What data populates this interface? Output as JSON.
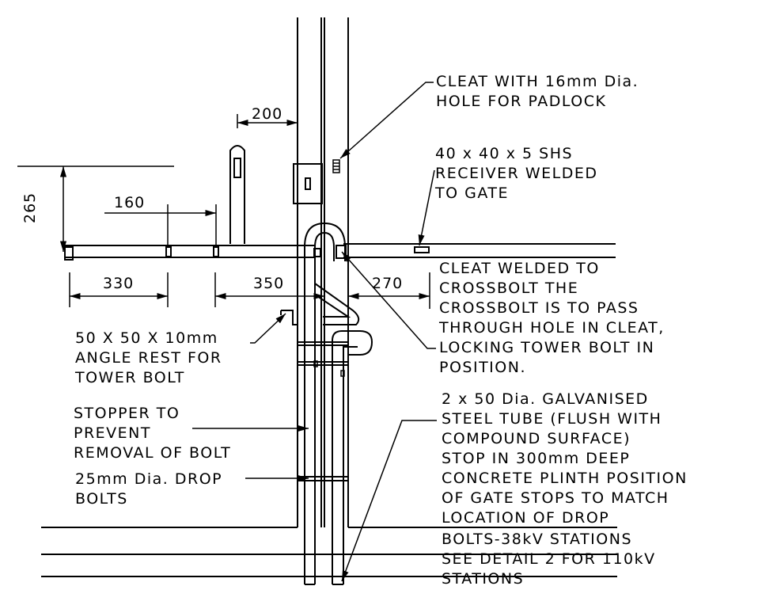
{
  "dimensions": {
    "d200": "200",
    "d265": "265",
    "d160": "160",
    "d330": "330",
    "d350": "350",
    "d270": "270"
  },
  "notes": {
    "cleat_padlock": [
      "CLEAT WITH 16mm Dia.",
      "HOLE FOR PADLOCK"
    ],
    "shs_receiver": [
      "40 x 40 x 5 SHS",
      "RECEIVER WELDED",
      "TO GATE"
    ],
    "cleat_crossbolt": [
      "CLEAT WELDED TO",
      "CROSSBOLT THE",
      "CROSSBOLT IS TO PASS",
      "THROUGH HOLE IN CLEAT,",
      "LOCKING TOWER BOLT IN",
      "POSITION."
    ],
    "angle_rest": [
      "50 X 50 X 10mm",
      "ANGLE REST FOR",
      "TOWER BOLT"
    ],
    "stopper": [
      "STOPPER TO",
      "PREVENT",
      "REMOVAL OF BOLT"
    ],
    "drop_bolts": [
      "25mm Dia. DROP",
      "BOLTS"
    ],
    "steel_tube": [
      "2 x 50 Dia. GALVANISED",
      "STEEL TUBE (FLUSH WITH",
      "COMPOUND SURFACE)",
      "STOP IN 300mm DEEP",
      "CONCRETE PLINTH POSITION",
      "OF GATE STOPS TO MATCH",
      "LOCATION OF DROP",
      "BOLTS-38kV STATIONS",
      "SEE DETAIL 2 FOR 110kV",
      "STATIONS"
    ]
  }
}
